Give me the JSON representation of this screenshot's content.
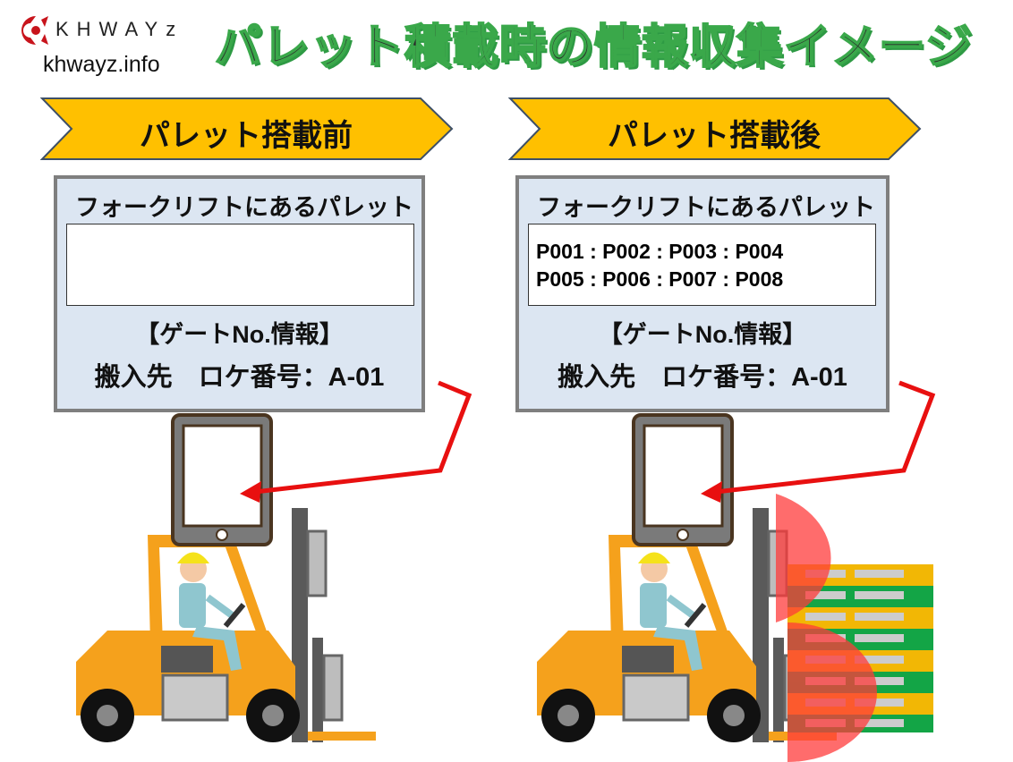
{
  "logo": {
    "brand": "KHWAYz",
    "url": "khwayz.info"
  },
  "title": "パレット積載時の情報収集イメージ",
  "before": {
    "banner": "パレット搭載前",
    "panel_heading": "フォークリフトにあるパレット",
    "pallet_ids": [],
    "gate_heading": "【ゲートNo.情報】",
    "location": "搬入先　ロケ番号：A-01"
  },
  "after": {
    "banner": "パレット搭載後",
    "panel_heading": "フォークリフトにあるパレット",
    "pallet_lines": [
      "P001 : P002 : P003 : P004",
      "P005 : P006 : P007 : P008"
    ],
    "gate_heading": "【ゲートNo.情報】",
    "location": "搬入先　ロケ番号：A-01"
  },
  "colors": {
    "banner": "#FFC000",
    "panel": "#DCE6F2",
    "arrow": "#E81010",
    "title_outline": "#3AA84A",
    "forklift": "#F5A11C",
    "pallet_yellow": "#F2B705",
    "pallet_green": "#13A546",
    "highlight": "#FF3B3B"
  }
}
